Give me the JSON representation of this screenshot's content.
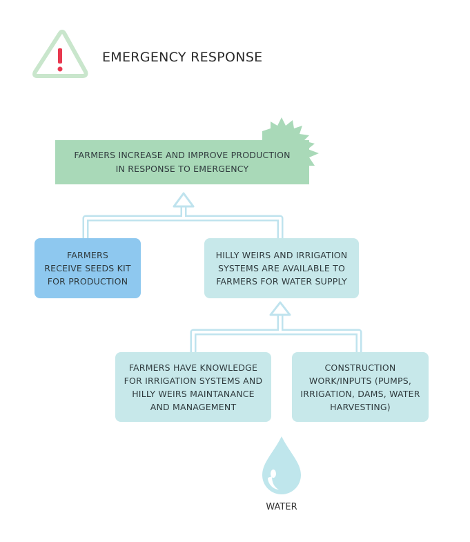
{
  "header": {
    "title": "EMERGENCY RESPONSE",
    "icon": "warning-triangle-icon"
  },
  "diagram": {
    "outcome": "FARMERS INCREASE AND  IMPROVE PRODUCTION\nIN RESPONSE TO EMERGENCY",
    "seeds": "FARMERS\nRECEIVE SEEDS KIT\nFOR PRODUCTION",
    "weirs": "HILLY WEIRS AND IRRIGATION\nSYSTEMS ARE AVAILABLE TO\nFARMERS FOR WATER SUPPLY",
    "knowledge": "FARMERS HAVE KNOWLEDGE\nFOR IRRIGATION SYSTEMS AND\nHILLY WEIRS MAINTANANCE\nAND MANAGEMENT",
    "construction": "CONSTRUCTION\nWORK/INPUTS (PUMPS,\nIRRIGATION, DAMS, WATER\nHARVESTING)",
    "water_label": "WATER",
    "water_icon": "water-drop-icon",
    "burst_icon": "starburst-icon"
  },
  "colors": {
    "triangle": "#c9e6cc",
    "exclamation": "#e8384f",
    "outcome_box": "#a9d9b8",
    "seeds_box": "#8ec8ef",
    "teal_box": "#c7e8ea",
    "arrow": "#bfe3ee",
    "drop": "#bfe6ec"
  }
}
